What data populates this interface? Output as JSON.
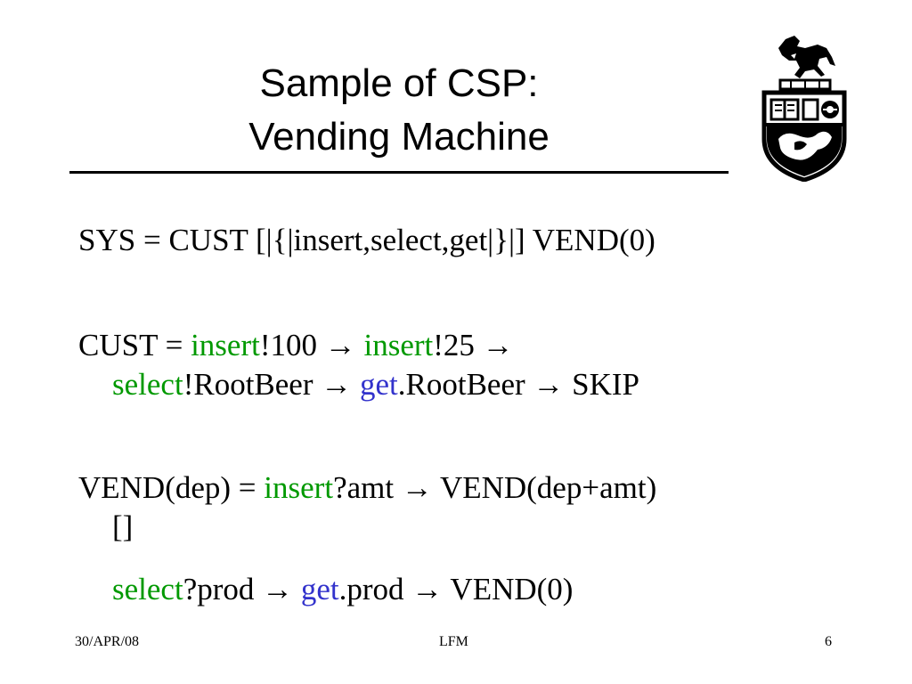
{
  "title": {
    "line1": "Sample of CSP:",
    "line2": "Vending Machine"
  },
  "colors": {
    "keyword_green": "#009900",
    "keyword_blue": "#3333cc",
    "text": "#000000"
  },
  "crest": {
    "icon": "university-crest-icon"
  },
  "body": {
    "sys": "SYS = CUST [|{|insert,select,get|}|] VEND(0)",
    "cust": {
      "prefix": "CUST = ",
      "insert1": "insert",
      "amount1": "!100 → ",
      "insert2": "insert",
      "amount2": "!25 →",
      "select": "select",
      "select_rest": "!RootBeer → ",
      "get": "get",
      "get_rest": ".RootBeer → SKIP"
    },
    "vend": {
      "prefix": "VEND(dep) = ",
      "insert": "insert",
      "insert_rest": "?amt → VEND(dep+amt)",
      "choice": "[]",
      "select": "select",
      "select_rest": "?prod → ",
      "get": "get",
      "get_rest": ".prod → VEND(0)"
    }
  },
  "footer": {
    "date": "30/APR/08",
    "author": "LFM",
    "page": "6"
  }
}
